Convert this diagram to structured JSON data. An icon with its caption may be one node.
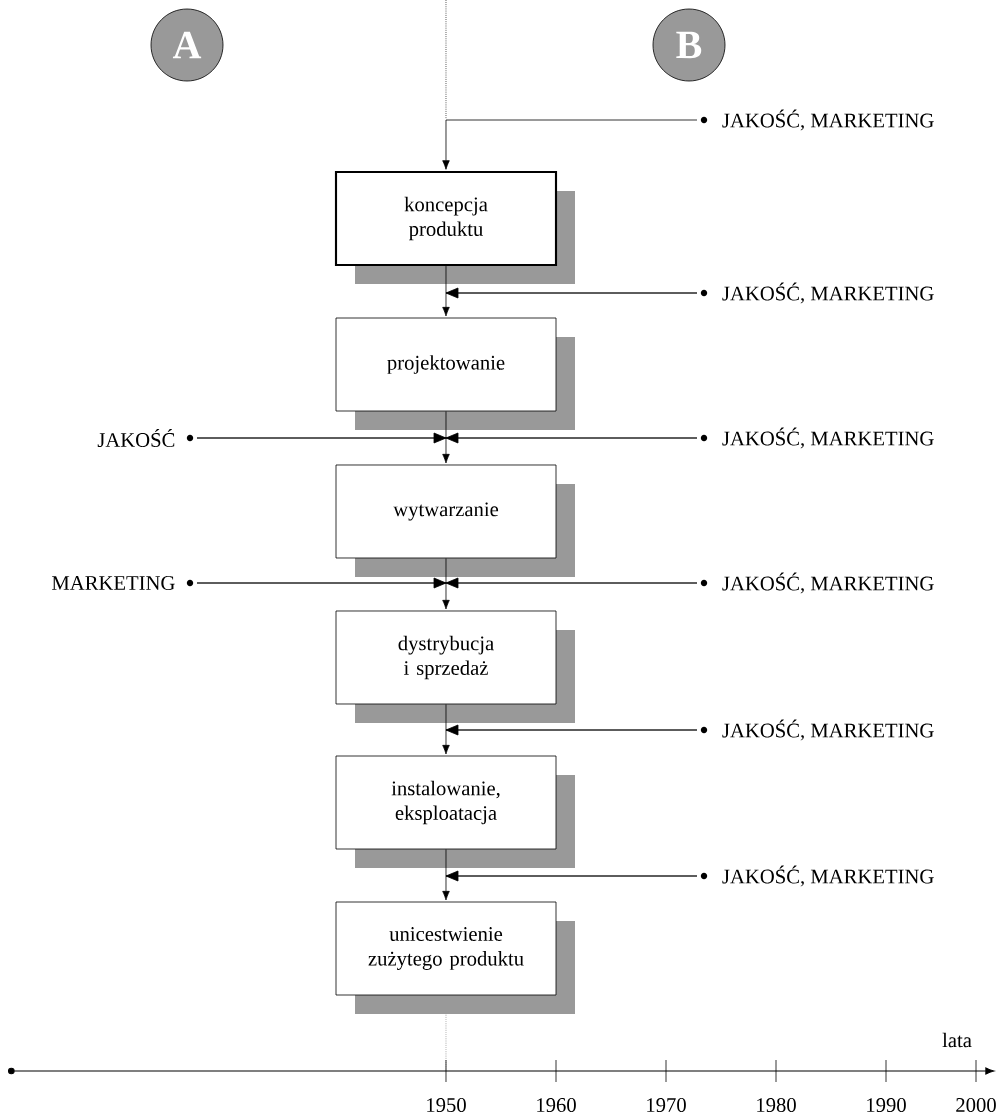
{
  "diagram": {
    "nodes": [
      {
        "text": [
          "A"
        ]
      },
      {
        "text": [
          "B"
        ]
      },
      {
        "text": [
          "JAKOŚĆ, MARKETING"
        ]
      },
      {
        "text": [
          "koncepcja produktu"
        ]
      },
      {
        "text": [
          "JAKOŚĆ, MARKETING"
        ]
      },
      {
        "text": [
          "projektowanie"
        ]
      },
      {
        "text": [
          "JAKOŚĆ"
        ]
      },
      {
        "text": [
          "JAKOŚĆ, MARKETING"
        ]
      },
      {
        "text": [
          "wytwarzanie"
        ]
      },
      {
        "text": [
          "MARKETING"
        ]
      },
      {
        "text": [
          "JAKOŚĆ, MARKETING"
        ]
      },
      {
        "text": [
          "dystrybucja i sprzedaż"
        ]
      },
      {
        "text": [
          "JAKOŚĆ, MARKETING"
        ]
      },
      {
        "text": [
          "instalowanie, eksploatacja"
        ]
      },
      {
        "text": [
          "JAKOŚĆ, MARKETING"
        ]
      },
      {
        "text": [
          "unicestwienie zużytego produktu"
        ]
      }
    ],
    "edges": [
      {
        "from": 3,
        "to": 5,
        "arrow": "to"
      },
      {
        "from": 5,
        "to": 8,
        "arrow": "to"
      },
      {
        "from": 8,
        "to": 11,
        "arrow": "to"
      },
      {
        "from": 11,
        "to": 13,
        "arrow": "to"
      },
      {
        "from": 13,
        "to": 15,
        "arrow": "to"
      },
      {
        "from": 2,
        "to": 3,
        "arrow": "to"
      },
      {
        "from": 4,
        "to": 5,
        "arrow": "to"
      },
      {
        "from": 6,
        "to": 8,
        "arrow": "to"
      },
      {
        "from": 7,
        "to": 8,
        "arrow": "to"
      },
      {
        "from": 9,
        "to": 11,
        "arrow": "to"
      },
      {
        "from": 10,
        "to": 11,
        "arrow": "to"
      },
      {
        "from": 12,
        "to": 13,
        "arrow": "to"
      },
      {
        "from": 14,
        "to": 15,
        "arrow": "to"
      }
    ],
    "labels": [
      "lata",
      "1950",
      "1960",
      "1970",
      "1980",
      "1990",
      "2000"
    ]
  }
}
